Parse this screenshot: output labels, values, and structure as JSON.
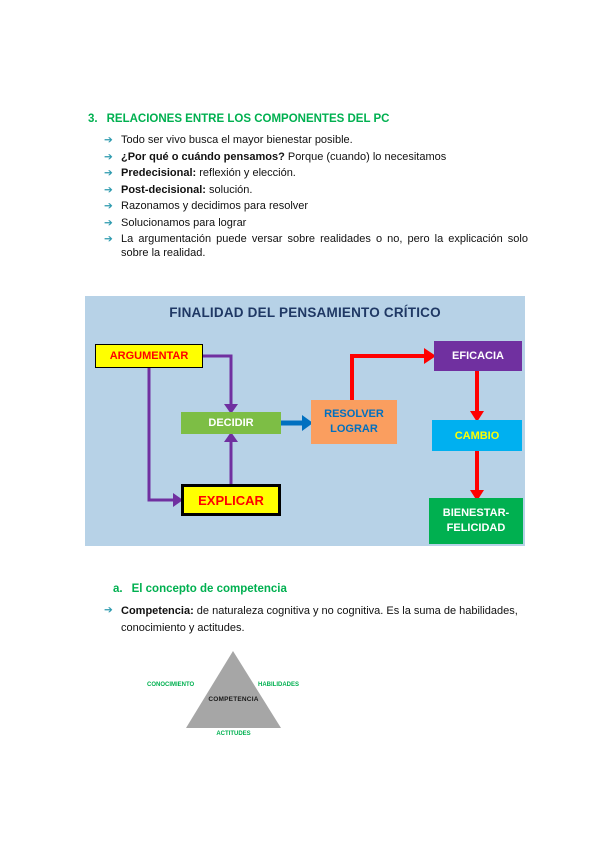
{
  "document": {
    "marker": "➔",
    "heading": {
      "number": "3.",
      "text": "RELACIONES ENTRE LOS COMPONENTES DEL PC"
    },
    "bullets": [
      {
        "bold": "",
        "text": "Todo ser vivo busca el mayor bienestar posible."
      },
      {
        "bold": "¿Por qué o cuándo pensamos?",
        "text": " Porque (cuando) lo necesitamos"
      },
      {
        "bold": "Predecisional:",
        "text": " reflexión y elección."
      },
      {
        "bold": "Post-decisional:",
        "text": " solución."
      },
      {
        "bold": "",
        "text": "Razonamos y decidimos para resolver"
      },
      {
        "bold": "",
        "text": "Solucionamos para lograr"
      },
      {
        "bold": "",
        "text": "La argumentación puede versar sobre realidades o no, pero la explicación solo sobre la realidad."
      }
    ]
  },
  "diagram": {
    "title": "FINALIDAD DEL PENSAMIENTO CRÍTICO",
    "boxes": {
      "argumentar": "ARGUMENTAR",
      "eficacia": "EFICACIA",
      "decidir": "DECIDIR",
      "resolver_line1": "RESOLVER",
      "resolver_line2": "LOGRAR",
      "cambio": "CAMBIO",
      "explicar": "EXPLICAR",
      "bienestar_line1": "BIENESTAR-",
      "bienestar_line2": "FELICIDAD"
    }
  },
  "section_a": {
    "number": "a.",
    "text": "El concepto de competencia",
    "bullet_bold": "Competencia:",
    "bullet_text": " de naturaleza cognitiva y no cognitiva. Es la suma de habilidades, conocimiento y actitudes."
  },
  "triangle": {
    "center": "COMPETENCIA",
    "left": "CONOCIMIENTO",
    "right": "HABILIDADES",
    "bottom": "ACTITUDES"
  },
  "colors": {
    "green": "#00B050",
    "teal": "#2E9BAF",
    "diagbg": "#B7D2E7",
    "navy": "#1F3864",
    "yellow": "#FFFF00",
    "red": "#FF0000",
    "purple": "#7030A0",
    "boxgreen": "#7DBE45",
    "salmon": "#FA9E5F",
    "blue": "#0070C0",
    "cyan": "#00B0F0",
    "gray": "#A6A6A6"
  }
}
